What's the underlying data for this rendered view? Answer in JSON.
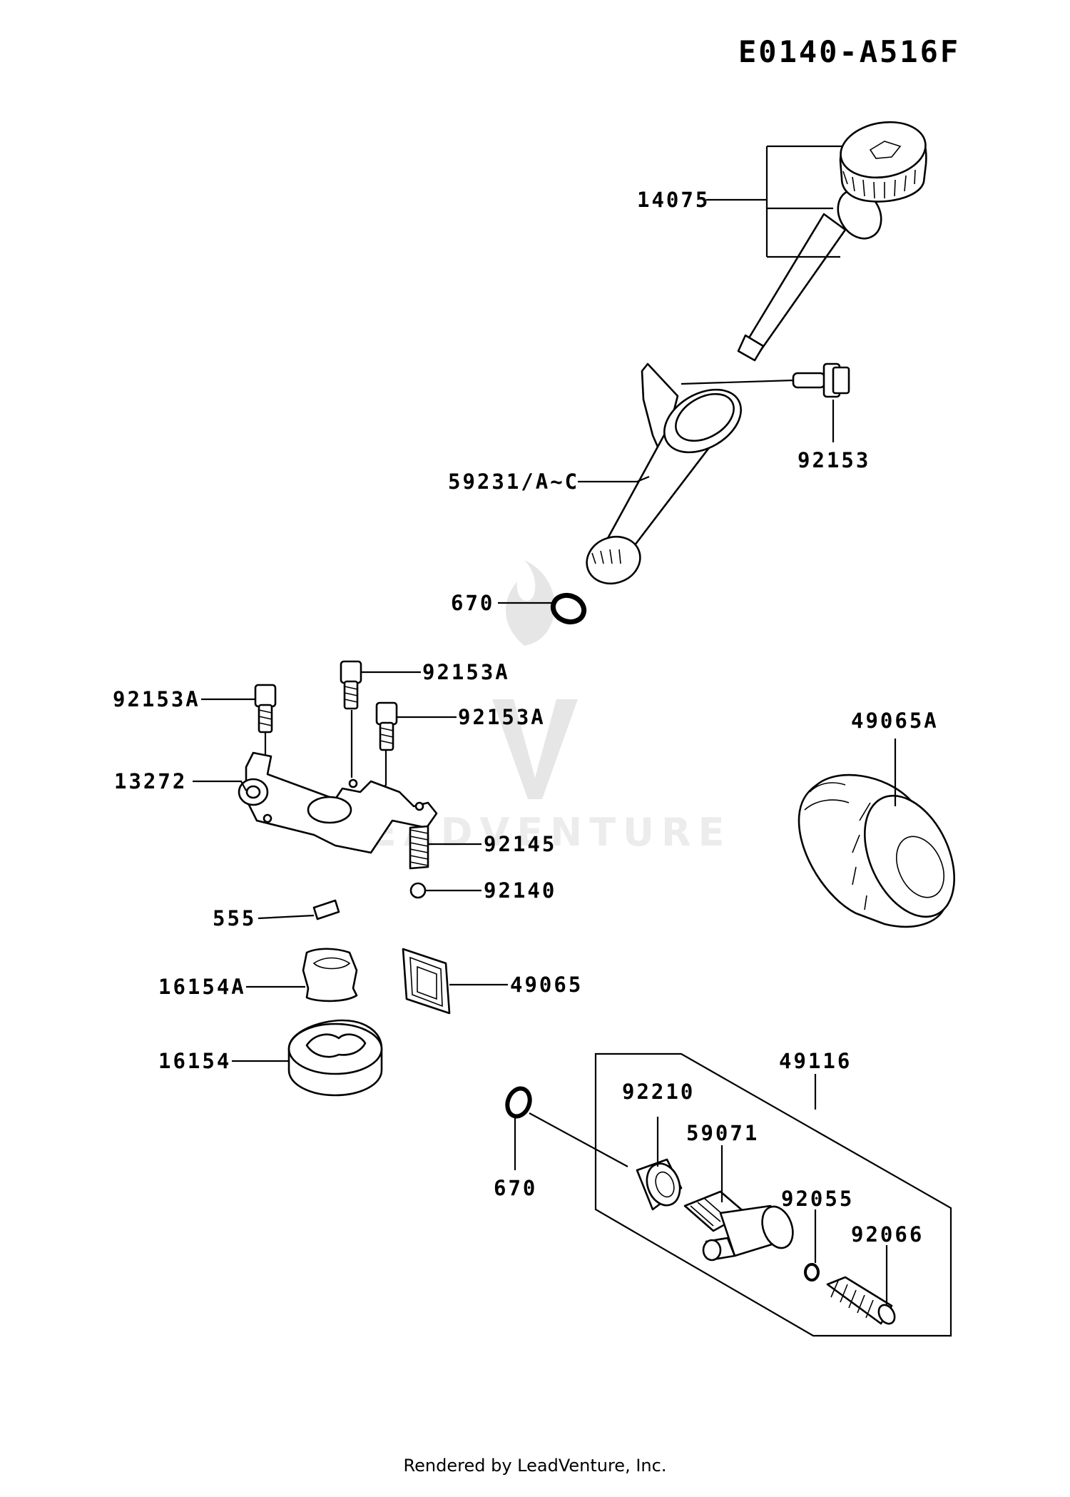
{
  "diagram_code": "E0140-A516F",
  "footer": "Rendered by LeadVenture, Inc.",
  "watermark": "LEADVENTURE",
  "labels": {
    "l14075": "14075",
    "l92153": "92153",
    "l59231": "59231/A~C",
    "l670_top": "670",
    "l92153A_1": "92153A",
    "l92153A_2": "92153A",
    "l92153A_3": "92153A",
    "l13272": "13272",
    "l92145": "92145",
    "l92140": "92140",
    "l555": "555",
    "l16154A": "16154A",
    "l49065": "49065",
    "l16154": "16154",
    "l49065A": "49065A",
    "l49116": "49116",
    "l92210": "92210",
    "l59071": "59071",
    "l92055": "92055",
    "l92066": "92066",
    "l670_bottom": "670"
  }
}
